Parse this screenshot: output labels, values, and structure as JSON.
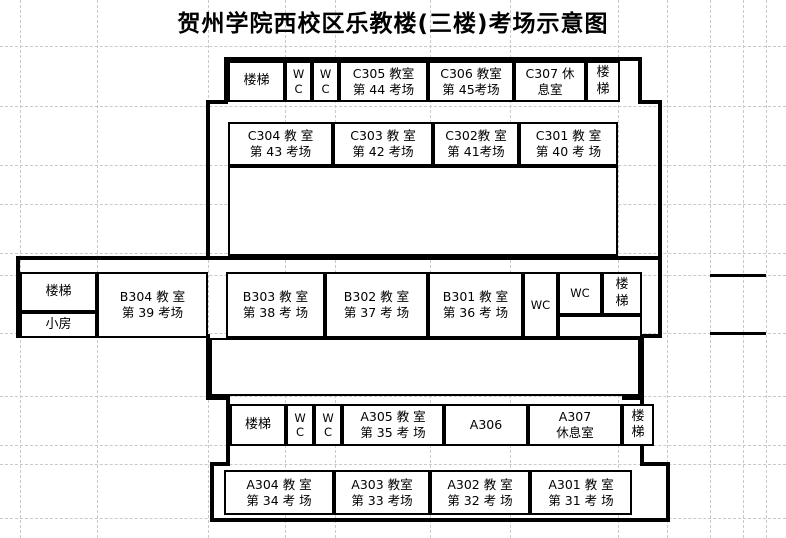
{
  "title": "贺州学院西校区乐教楼(三楼)考场示意图",
  "legend": {
    "stairs": "楼梯",
    "wc": "WC",
    "wc_stacked_top": "W",
    "wc_stacked_bottom": "C",
    "small_room": "小房",
    "rest_room": "休息室"
  },
  "floor": "三楼",
  "sections": {
    "c_wing": {
      "top_row": [
        {
          "name": "stairs-left",
          "line1": "楼梯",
          "line2": ""
        },
        {
          "name": "wc-1",
          "line1": "W",
          "line2": "C"
        },
        {
          "name": "wc-2",
          "line1": "W",
          "line2": "C"
        },
        {
          "name": "room-c305",
          "line1": "C305 教室",
          "line2": "第 44 考场"
        },
        {
          "name": "room-c306",
          "line1": "C306 教室",
          "line2": "第 45考场"
        },
        {
          "name": "room-c307",
          "line1": "C307 休",
          "line2": "息室"
        },
        {
          "name": "stairs-right",
          "line1": "楼",
          "line2": "梯"
        }
      ],
      "bottom_row": [
        {
          "name": "room-c304",
          "line1": "C304 教 室",
          "line2": "第 43 考场"
        },
        {
          "name": "room-c303",
          "line1": "C303 教 室",
          "line2": "第 42 考场"
        },
        {
          "name": "room-c302",
          "line1": "C302教 室",
          "line2": "第 41考场"
        },
        {
          "name": "room-c301",
          "line1": "C301 教 室",
          "line2": "第  40 考 场"
        }
      ]
    },
    "b_wing": {
      "left_stack": [
        {
          "name": "stairs-b-left",
          "line1": "楼梯",
          "line2": ""
        },
        {
          "name": "room-small",
          "line1": "小房",
          "line2": ""
        }
      ],
      "rooms": [
        {
          "name": "room-b304",
          "line1": "B304 教 室",
          "line2": "第 39 考场"
        },
        {
          "name": "room-b303",
          "line1": "B303 教 室",
          "line2": "第 38 考 场"
        },
        {
          "name": "room-b302",
          "line1": "B302 教 室",
          "line2": "第 37 考 场"
        },
        {
          "name": "room-b301",
          "line1": "B301 教 室",
          "line2": "第 36 考 场"
        }
      ],
      "right_group": [
        {
          "name": "wc-b-1",
          "line1": "WC",
          "line2": ""
        },
        {
          "name": "wc-b-2",
          "line1": "WC",
          "line2": ""
        },
        {
          "name": "stairs-b-right",
          "line1": "楼",
          "line2": "梯"
        }
      ]
    },
    "a_wing": {
      "top_row": [
        {
          "name": "stairs-a-left",
          "line1": "楼梯",
          "line2": ""
        },
        {
          "name": "wc-a-1",
          "line1": "W",
          "line2": "C"
        },
        {
          "name": "wc-a-2",
          "line1": "W",
          "line2": "C"
        },
        {
          "name": "room-a305",
          "line1": "A305 教 室",
          "line2": "第 35 考 场"
        },
        {
          "name": "room-a306",
          "line1": "A306",
          "line2": ""
        },
        {
          "name": "room-a307",
          "line1": "A307",
          "line2": "休息室"
        },
        {
          "name": "stairs-a-right",
          "line1": "楼",
          "line2": "梯"
        }
      ],
      "bottom_row": [
        {
          "name": "room-a304",
          "line1": "A304 教 室",
          "line2": "第 34 考 场"
        },
        {
          "name": "room-a303",
          "line1": "A303 教室",
          "line2": "第 33 考场"
        },
        {
          "name": "room-a302",
          "line1": "A302 教 室",
          "line2": "第 32 考 场"
        },
        {
          "name": "room-a301",
          "line1": "A301 教 室",
          "line2": "第 31 考 场"
        }
      ]
    }
  },
  "colors": {
    "wall": "#000000",
    "grid": "#c9c9c9",
    "background": "#ffffff",
    "text": "#000000"
  }
}
